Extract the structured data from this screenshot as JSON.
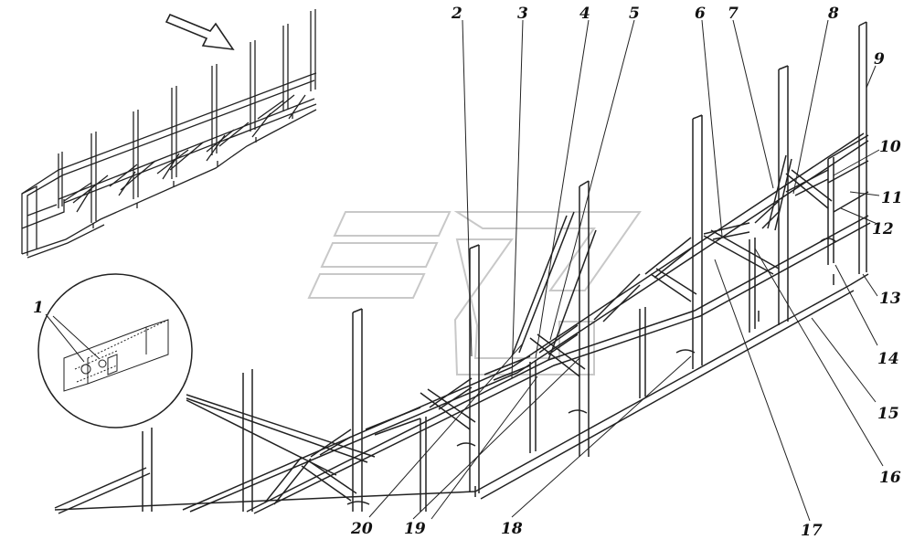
{
  "labels": {
    "l1": "1",
    "l2": "2",
    "l3": "3",
    "l4": "4",
    "l5": "5",
    "l6": "6",
    "l7": "7",
    "l8": "8",
    "l9": "9",
    "l10": "10",
    "l11": "11",
    "l12": "12",
    "l13": "13",
    "l14": "14",
    "l15": "15",
    "l16": "16",
    "l17": "17",
    "l18": "18",
    "l19": "19",
    "l20": "20"
  },
  "colors": {
    "line": "#222222",
    "watermark": "#cfcfcf",
    "background": "#ffffff"
  },
  "icons": {
    "direction": "direction-arrow-icon",
    "watermark": "logo-watermark-icon"
  }
}
